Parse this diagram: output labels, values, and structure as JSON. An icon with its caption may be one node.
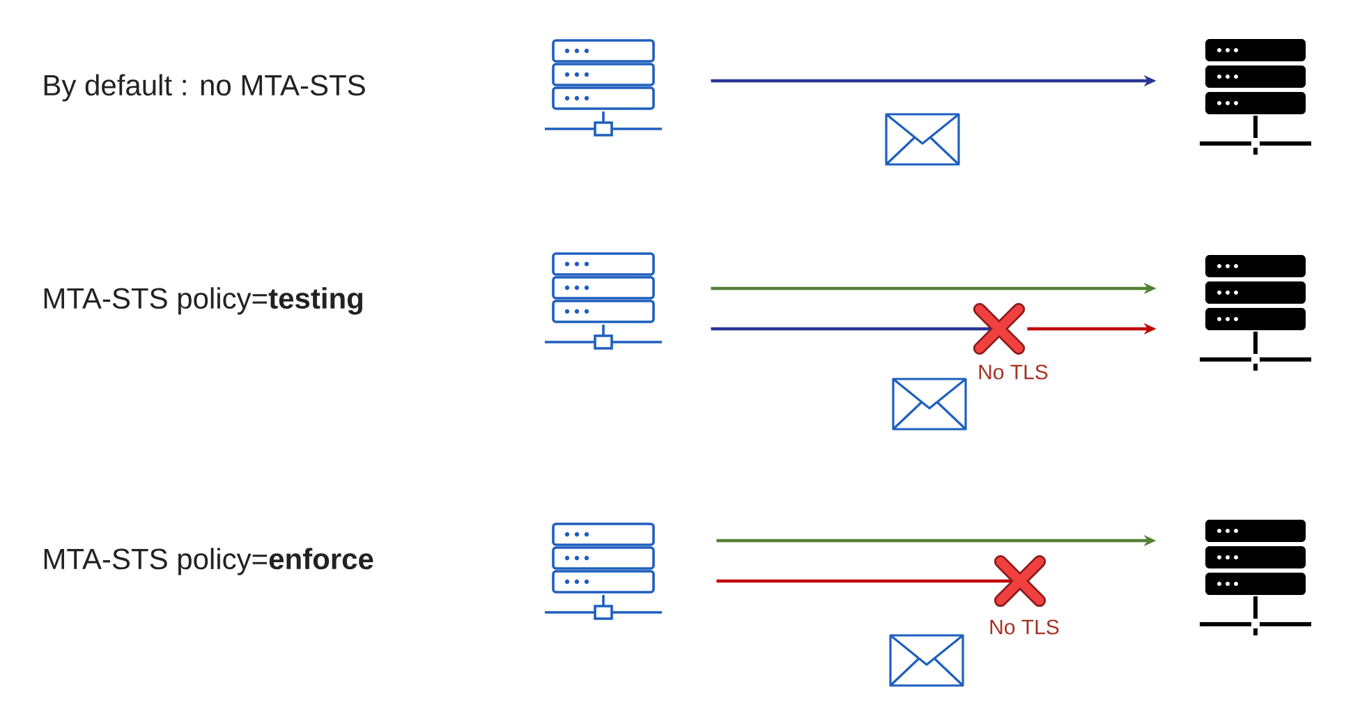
{
  "diagram": {
    "nodes": [
      {
        "text": [],
        "shape": "server"
      },
      {
        "text": [],
        "shape": "server"
      },
      {
        "text": [],
        "shape": "server"
      },
      {
        "text": [],
        "shape": "server"
      },
      {
        "text": [],
        "shape": "cross",
        "beside": [
          "No TLS"
        ]
      },
      {
        "text": [],
        "shape": "server"
      },
      {
        "text": [],
        "shape": "server"
      },
      {
        "text": [],
        "shape": "cross",
        "beside": [
          "No TLS"
        ]
      }
    ],
    "edges": [
      {
        "from": 0,
        "to": 1,
        "arrow": "to",
        "color": "#283593"
      },
      {
        "from": 2,
        "to": 3,
        "arrow": "to",
        "color": "#538135"
      },
      {
        "from": 2,
        "to": 4,
        "arrow": "none",
        "color": "#283593"
      },
      {
        "from": 4,
        "to": 3,
        "arrow": "to",
        "color": "#c00000"
      },
      {
        "from": 5,
        "to": 6,
        "arrow": "to",
        "color": "#538135"
      },
      {
        "from": 5,
        "to": 7,
        "arrow": "none",
        "color": "#c00000"
      }
    ],
    "labels": [
      "By default : no MTA-STS",
      "MTA-STS policy=**testing**",
      "MTA-STS policy=**enforce**"
    ]
  }
}
